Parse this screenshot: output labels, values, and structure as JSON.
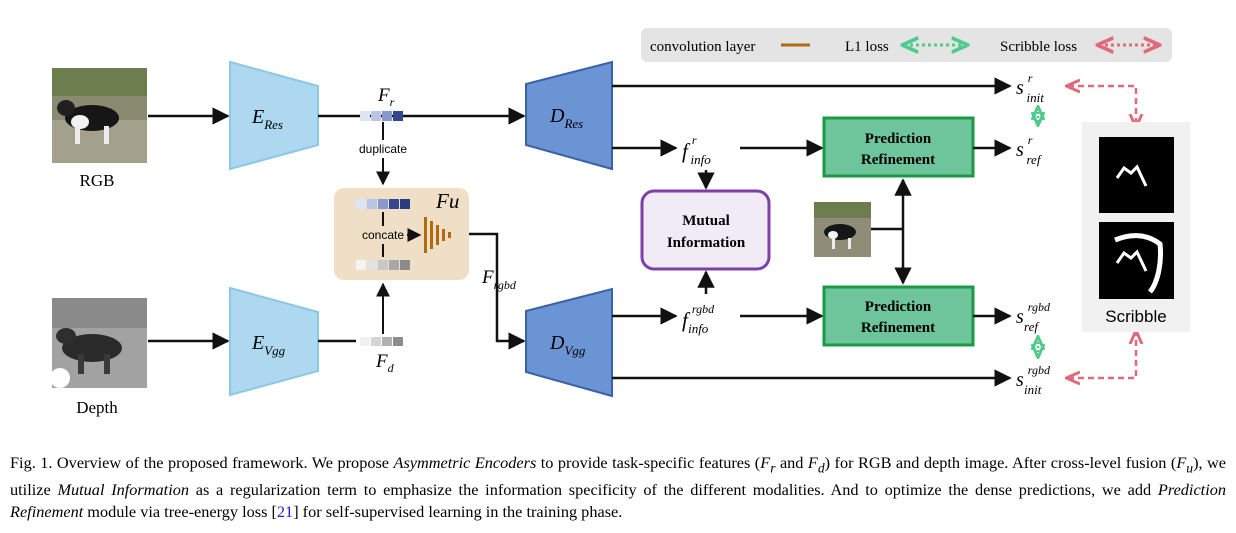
{
  "legend": {
    "conv_label": "convolution layer",
    "l1_label": "L1 loss",
    "scribble_loss_label": "Scribble loss"
  },
  "inputs": {
    "rgb_label": "RGB",
    "depth_label": "Depth"
  },
  "encoders": {
    "res": {
      "main": "E",
      "sub": "Res"
    },
    "vgg": {
      "main": "E",
      "sub": "Vgg"
    }
  },
  "decoders": {
    "res": {
      "main": "D",
      "sub": "Res"
    },
    "vgg": {
      "main": "D",
      "sub": "Vgg"
    }
  },
  "features": {
    "fr": {
      "main": "F",
      "sub": "r"
    },
    "fd": {
      "main": "F",
      "sub": "d"
    },
    "frgbd": {
      "main": "F",
      "sub": "rgbd"
    },
    "duplicate": "duplicate",
    "fu_label": "Fu",
    "concate": "concate"
  },
  "info": {
    "r": {
      "main": "f",
      "sup": "r",
      "sub": "info"
    },
    "rgbd": {
      "main": "f",
      "sup": "rgbd",
      "sub": "info"
    }
  },
  "mutual": {
    "line1": "Mutual",
    "line2": "Information"
  },
  "refine": {
    "line1": "Prediction",
    "line2": "Refinement"
  },
  "outputs": {
    "init_r": {
      "main": "s",
      "sup": "r",
      "sub": "init"
    },
    "ref_r": {
      "main": "s",
      "sup": "r",
      "sub": "ref"
    },
    "ref_rgbd": {
      "main": "s",
      "sup": "rgbd",
      "sub": "ref"
    },
    "init_rgbd": {
      "main": "s",
      "sup": "rgbd",
      "sub": "init"
    }
  },
  "scribble_label": "Scribble",
  "colors": {
    "encoder_fill": "#aed8ef",
    "decoder_fill": "#6a94d4",
    "refine_fill": "#6fc59b",
    "refine_stroke": "#1a9a44",
    "mutual_stroke": "#7d3fa8",
    "fusion_bg": "#f0dfc7",
    "conv": "#b06a10",
    "l1": "#4ecb8c",
    "scribble_loss": "#e06a7a"
  },
  "caption": {
    "p1": "Fig. 1.  Overview of the proposed framework. We propose ",
    "i1": "Asymmetric Encoders",
    "p2": " to provide task-specific features (",
    "m1": "F",
    "m1s": "r",
    "p3": " and ",
    "m2": "F",
    "m2s": "d",
    "p4": ") for RGB and depth image. After cross-level fusion (",
    "m3": "F",
    "m3s": "u",
    "p5": "), we utilize ",
    "i2": "Mutual Information",
    "p6": " as a regularization term to emphasize the information specificity of the different modalities. And to optimize the dense predictions, we add ",
    "i3": "Prediction Refinement",
    "p7": " module via tree-energy loss [",
    "ref": "21",
    "p8": "] for self-supervised learning in the training phase."
  }
}
